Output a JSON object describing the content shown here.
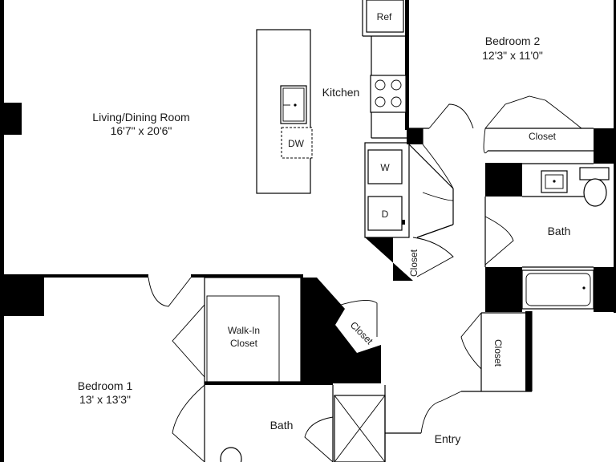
{
  "rooms": {
    "living": {
      "name": "Living/Dining Room",
      "size": "16'7\" x 20'6\""
    },
    "bedroom2": {
      "name": "Bedroom 2",
      "size": "12'3\" x 11'0\""
    },
    "bedroom1": {
      "name": "Bedroom 1",
      "size": "13' x 13'3\""
    },
    "kitchen": {
      "name": "Kitchen"
    },
    "bath_upper": {
      "name": "Bath"
    },
    "bath_lower": {
      "name": "Bath"
    },
    "walkin": {
      "line1": "Walk-In",
      "line2": "Closet"
    },
    "entry": {
      "name": "Entry"
    }
  },
  "fixtures": {
    "ref": "Ref",
    "dw": "DW",
    "washer": "W",
    "dryer": "D"
  },
  "closets": {
    "bedroom2": "Closet",
    "laundry": "Closet",
    "hall": "Closet",
    "entry": "Closet"
  }
}
